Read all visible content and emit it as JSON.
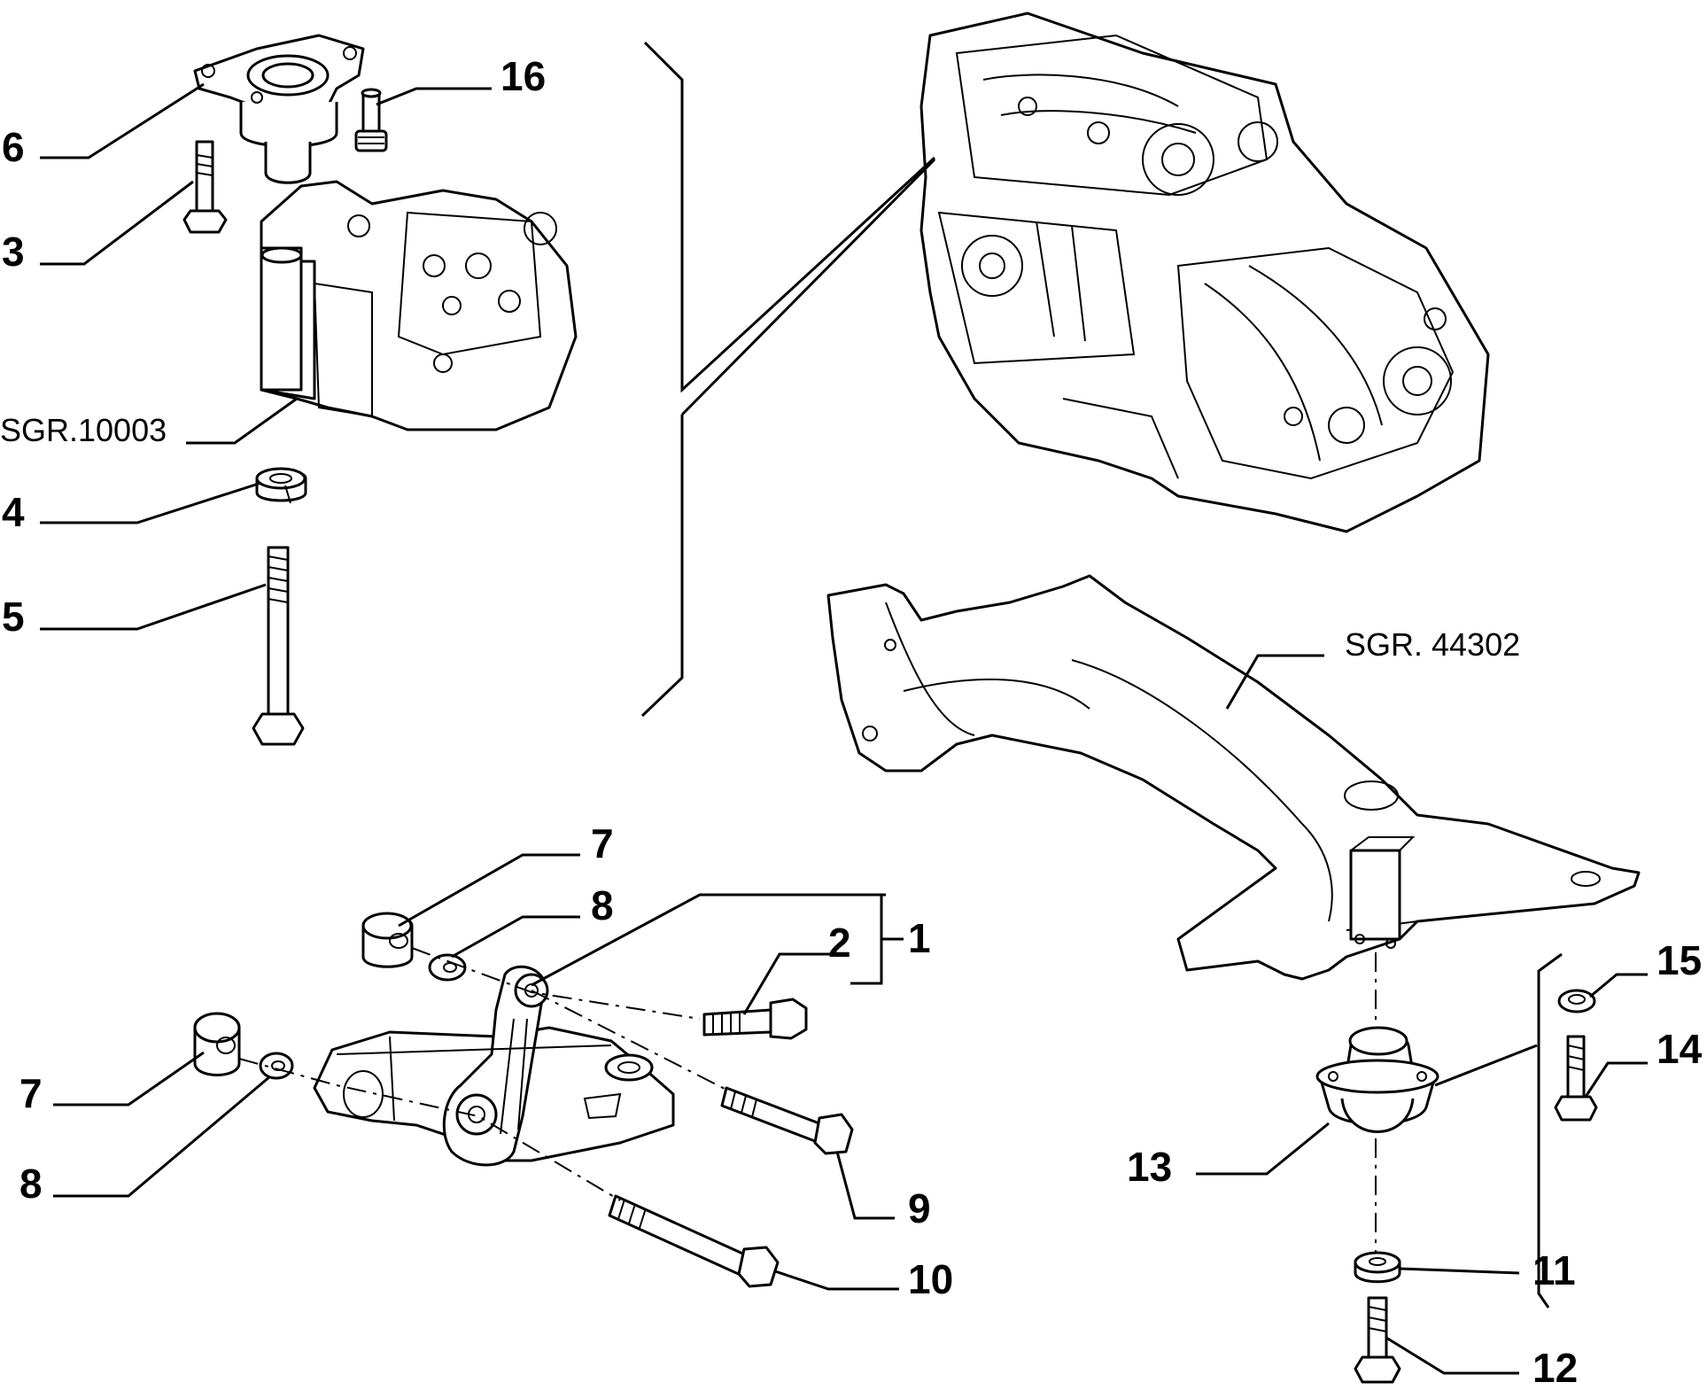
{
  "diagram": {
    "callouts": {
      "c1": "1",
      "c2": "2",
      "c3": "3",
      "c4": "4",
      "c5": "5",
      "c6": "6",
      "c7a": "7",
      "c7b": "7",
      "c8a": "8",
      "c8b": "8",
      "c9": "9",
      "c10": "10",
      "c11": "11",
      "c12": "12",
      "c13": "13",
      "c14": "14",
      "c15": "15",
      "c16": "16"
    },
    "references": {
      "ref_bracket": "SGR.10003",
      "ref_crossmember": "SGR. 44302"
    }
  }
}
